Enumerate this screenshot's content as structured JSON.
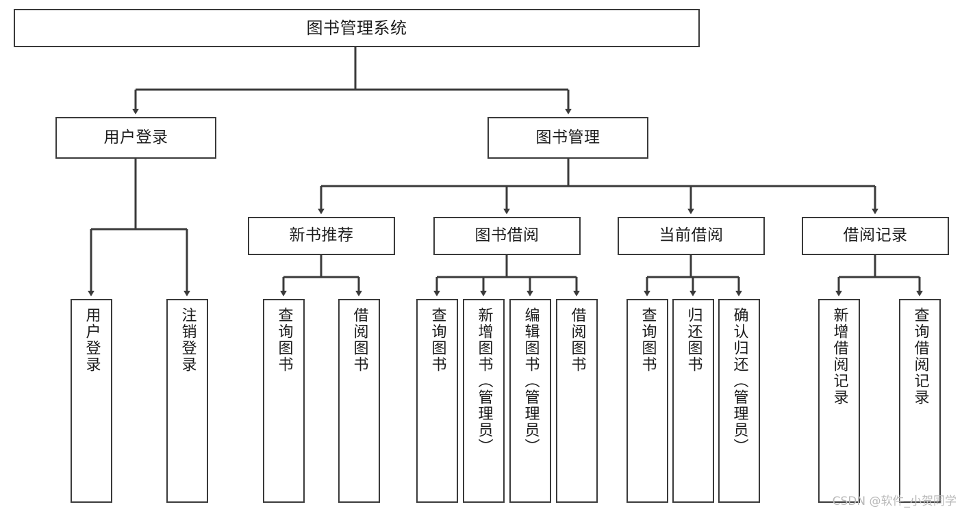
{
  "diagram": {
    "title": "图书管理系统",
    "type": "functional-structure-tree",
    "watermark": "CSDN @软件_小贺同学",
    "colors": {
      "background": "#ffffff",
      "box_border": "#3a3a3a",
      "box_fill": "#ffffff",
      "connector": "#3a3a3a",
      "text": "#1c1c1c",
      "watermark": "#b9b9b9"
    }
  },
  "nodes": {
    "root": {
      "label": "图书管理系统"
    },
    "level2": [
      {
        "label": "用户登录"
      },
      {
        "label": "图书管理"
      }
    ],
    "level3": [
      {
        "label": "新书推荐"
      },
      {
        "label": "图书借阅"
      },
      {
        "label": "当前借阅"
      },
      {
        "label": "借阅记录"
      }
    ],
    "leaves": {
      "user_login": [
        {
          "label": "用户登录"
        },
        {
          "label": "注销登录"
        }
      ],
      "new_book_recommend": [
        {
          "label": "查询图书"
        },
        {
          "label": "借阅图书"
        }
      ],
      "book_borrow": [
        {
          "label": "查询图书"
        },
        {
          "label": "新增图书（管理员）"
        },
        {
          "label": "编辑图书（管理员）"
        },
        {
          "label": "借阅图书"
        }
      ],
      "current_borrow": [
        {
          "label": "查询图书"
        },
        {
          "label": "归还图书"
        },
        {
          "label": "确认归还（管理员）"
        }
      ],
      "borrow_record": [
        {
          "label": "新增借阅记录"
        },
        {
          "label": "查询借阅记录"
        }
      ]
    }
  }
}
